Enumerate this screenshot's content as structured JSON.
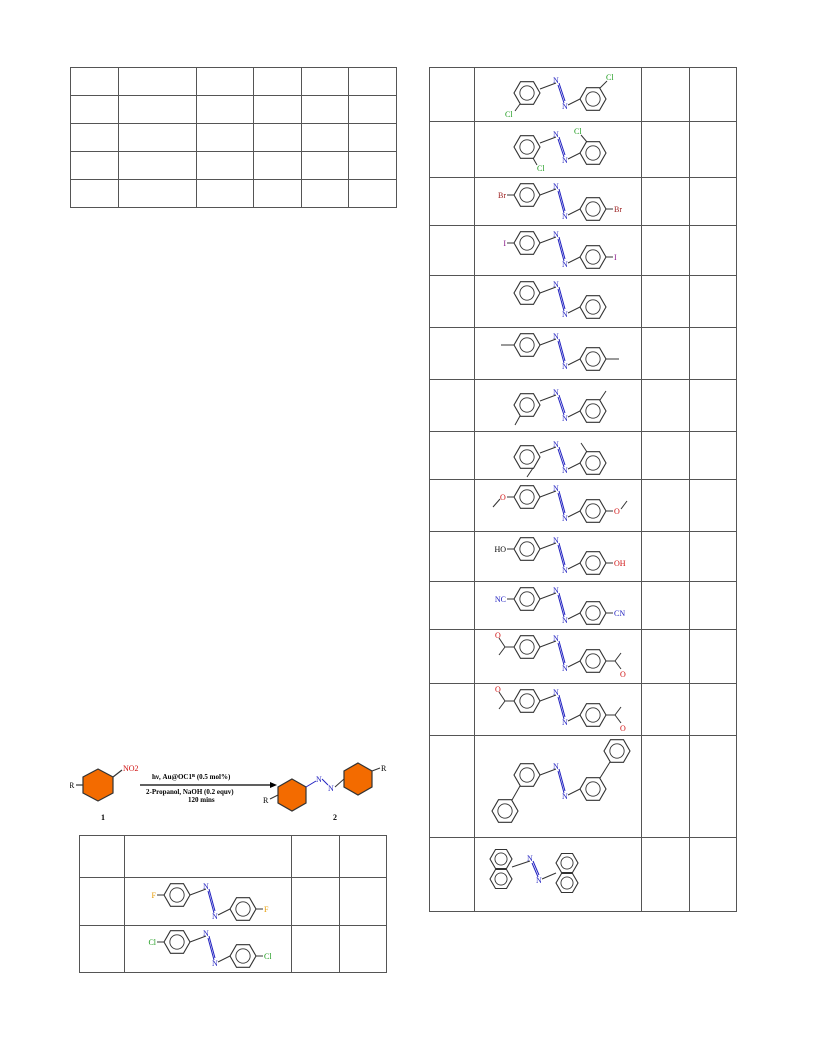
{
  "scheme": {
    "substituent_label": "R",
    "nitro_label": "NO2",
    "conditions_line1": "hν, Au@OC1ᴿ (0.5 mol%)",
    "conditions_line2": "2-Propanol, NaOH (0.2 equv)",
    "conditions_line3": "120 mins",
    "compound_1": "1",
    "compound_2": "2",
    "product_azo_n": "N",
    "product_r_left": "R",
    "product_r_right": "R"
  },
  "colors": {
    "fluorine": "#e69a00",
    "chlorine": "#1a9a1a",
    "bromine": "#9a1a1a",
    "iodine": "#8a1a8a",
    "nitrogen": "#2020c0",
    "oxygen": "#d01010",
    "highlight_ring": "#f36b00"
  },
  "right_table_rows": [
    {
      "label_a": "Cl",
      "label_b": "Cl"
    },
    {
      "label_a": "Cl",
      "label_b": "Cl"
    },
    {
      "label_a": "Br",
      "label_b": "Br"
    },
    {
      "label_a": "I",
      "label_b": "I"
    },
    {
      "label_a": "",
      "label_b": ""
    },
    {
      "label_a": "",
      "label_b": ""
    },
    {
      "label_a": "",
      "label_b": ""
    },
    {
      "label_a": "",
      "label_b": ""
    },
    {
      "label_a": "O",
      "label_b": "O"
    },
    {
      "label_a": "HO",
      "label_b": "OH"
    },
    {
      "label_a": "NC",
      "label_b": "CN"
    },
    {
      "label_a": "O",
      "label_b": "O"
    },
    {
      "label_a": "O",
      "label_b": "O"
    },
    {
      "label_a": "",
      "label_b": ""
    },
    {
      "label_a": "",
      "label_b": ""
    }
  ],
  "left_bottom_rows": [
    {
      "label_a": "F",
      "label_b": "F"
    },
    {
      "label_a": "Cl",
      "label_b": "Cl"
    }
  ],
  "azo_n": "N"
}
